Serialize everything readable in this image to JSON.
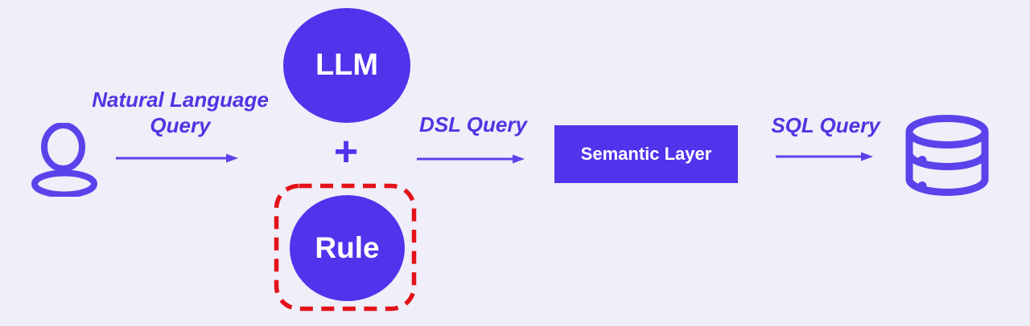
{
  "diagram": {
    "background_color": "#efeef9",
    "type": "flow-diagram"
  },
  "colors": {
    "bg": "#efeef9",
    "accent": "#5133ec",
    "stroke": "#5b43eb",
    "label": "#4f35e2",
    "danger": "#e31219",
    "node_text": "#ffffff"
  },
  "nodes": {
    "user": {
      "icon": "user-icon"
    },
    "llm": {
      "label": "LLM",
      "shape": "circle"
    },
    "plus": {
      "symbol": "+"
    },
    "rule": {
      "label": "Rule",
      "shape": "circle",
      "highlight": "red-dashed-box"
    },
    "semantic_layer": {
      "label": "Semantic Layer",
      "shape": "rect"
    },
    "database": {
      "icon": "database-icon"
    }
  },
  "edges": {
    "nl_query": {
      "label": "Natural Language\nQuery",
      "from": "user",
      "to": "llm+rule"
    },
    "dsl_query": {
      "label": "DSL Query",
      "from": "llm+rule",
      "to": "semantic_layer"
    },
    "sql_query": {
      "label": "SQL Query",
      "from": "semantic_layer",
      "to": "database"
    }
  }
}
